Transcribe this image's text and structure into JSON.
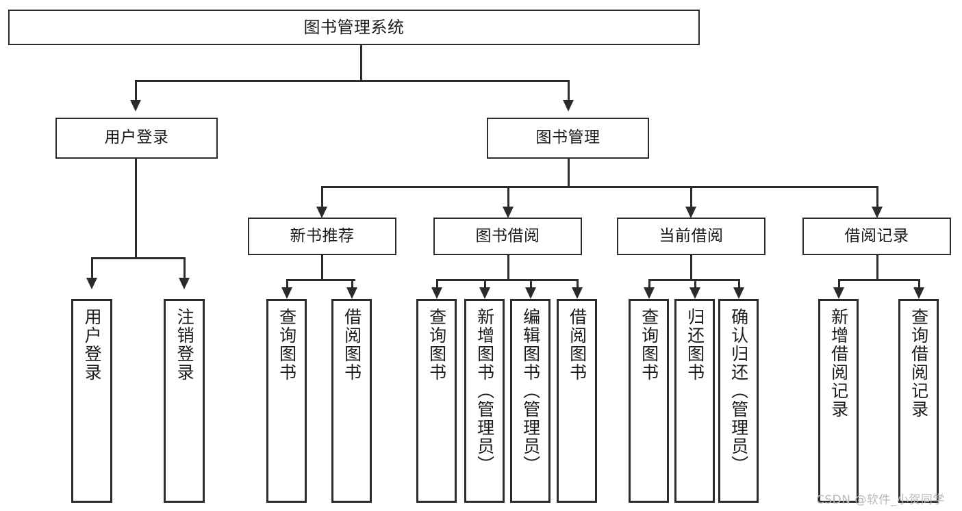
{
  "diagram": {
    "type": "tree",
    "title": "图书管理系统",
    "watermark": "CSDN @软件_小贺同学",
    "colors": {
      "stroke": "#2b2b2b",
      "background": "#ffffff",
      "text": "#1a1a1a",
      "watermark": "#b9b9b9"
    },
    "nodes": {
      "root": {
        "label": "图书管理系统"
      },
      "level2": [
        {
          "label": "用户登录"
        },
        {
          "label": "图书管理"
        }
      ],
      "level3": [
        {
          "label": "新书推荐"
        },
        {
          "label": "图书借阅"
        },
        {
          "label": "当前借阅"
        },
        {
          "label": "借阅记录"
        }
      ],
      "leaves": {
        "user_login": [
          {
            "label": "用户登录"
          },
          {
            "label": "注销登录"
          }
        ],
        "new_book": [
          {
            "label": "查询图书"
          },
          {
            "label": "借阅图书"
          }
        ],
        "book_borrow": [
          {
            "label": "查询图书"
          },
          {
            "label": "新增图书（管理员）"
          },
          {
            "label": "编辑图书（管理员）"
          },
          {
            "label": "借阅图书"
          }
        ],
        "current_borrow": [
          {
            "label": "查询图书"
          },
          {
            "label": "归还图书"
          },
          {
            "label": "确认归还（管理员）"
          }
        ],
        "borrow_record": [
          {
            "label": "新增借阅记录"
          },
          {
            "label": "查询借阅记录"
          }
        ]
      }
    }
  }
}
